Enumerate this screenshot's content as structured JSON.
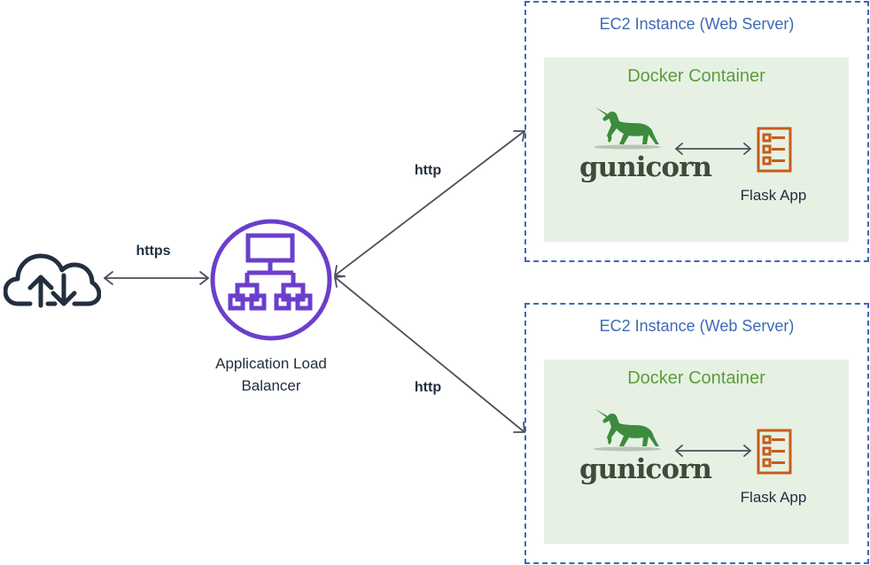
{
  "diagram": {
    "client": {
      "icon": "cloud-upload-download-icon"
    },
    "client_link": {
      "label": "https",
      "direction": "bidirectional"
    },
    "load_balancer": {
      "icon": "application-load-balancer-icon",
      "label_line1": "Application Load",
      "label_line2": "Balancer"
    },
    "links": [
      {
        "label": "http",
        "target": "ec2-1",
        "direction": "bidirectional"
      },
      {
        "label": "http",
        "target": "ec2-2",
        "direction": "bidirectional"
      }
    ],
    "instances": [
      {
        "title": "EC2 Instance (Web Server)",
        "container": {
          "title": "Docker Container",
          "server": {
            "icon": "gunicorn-unicorn-icon",
            "label": "gunicorn"
          },
          "app": {
            "icon": "document-list-icon",
            "label": "Flask App"
          }
        }
      },
      {
        "title": "EC2 Instance (Web Server)",
        "container": {
          "title": "Docker Container",
          "server": {
            "icon": "gunicorn-unicorn-icon",
            "label": "gunicorn"
          },
          "app": {
            "icon": "document-list-icon",
            "label": "Flask App"
          }
        }
      }
    ]
  },
  "colors": {
    "ec2_border": "#3f68b7",
    "docker_bg": "#e6f1e4",
    "docker_title": "#5c9d3a",
    "alb_purple": "#6b3ecc",
    "flask_orange": "#c45d1b",
    "unicorn_green": "#3d8b3d",
    "arrow": "#4a5058",
    "text_dark": "#232f3e"
  }
}
